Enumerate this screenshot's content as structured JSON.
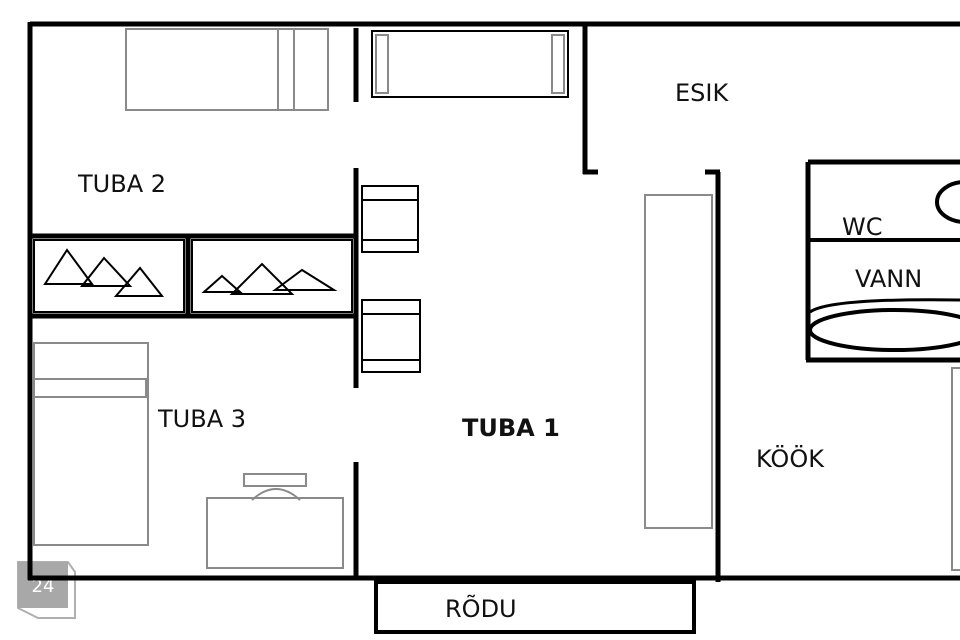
{
  "plan": {
    "rooms": {
      "tuba2": "TUBA 2",
      "tuba3": "TUBA 3",
      "tuba1": "TUBA 1",
      "esik": "ESIK",
      "wc": "WC",
      "vann": "VANN",
      "kook": "KÖÖK",
      "rodu": "RÕDU"
    },
    "badge": "24"
  }
}
